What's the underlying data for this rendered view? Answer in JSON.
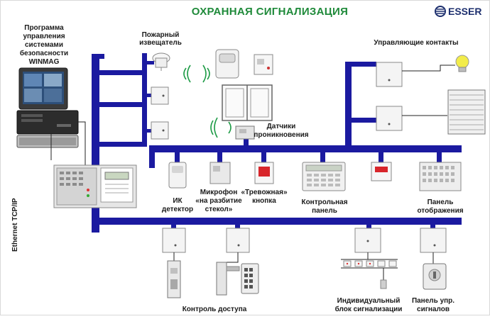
{
  "title": "ОХРАННАЯ СИГНАЛИЗАЦИЯ",
  "brand": "ESSER",
  "colors": {
    "bus": "#1b1aa0",
    "title": "#1f8a3a",
    "brand": "#1d2f6e",
    "wave": "#1b9a44",
    "lamp": "#f2ec4a"
  },
  "labels": {
    "software": [
      "Программа",
      "управления",
      "системами",
      "безопасности",
      "WINMAG"
    ],
    "ethernet": "Ethernet TCP/IP",
    "fire_detector": [
      "Пожарный",
      "извещатель"
    ],
    "intrusion_sensors": [
      "Датчики",
      "проникновения"
    ],
    "control_contacts": "Управляющие контакты",
    "ir_detector": [
      "ИК",
      "детектор"
    ],
    "glass_break": [
      "Микрофон",
      "«на разбитие",
      "стекол»"
    ],
    "panic_button": [
      "«Тревожная»",
      "кнопка"
    ],
    "control_panel": [
      "Контрольная",
      "панель"
    ],
    "display_panel": [
      "Панель",
      "отображения"
    ],
    "access_control": "Контроль доступа",
    "individual_unit": [
      "Индивидуальный",
      "блок сигнализации"
    ],
    "signal_panel": [
      "Панель упр.",
      "сигналов"
    ]
  }
}
